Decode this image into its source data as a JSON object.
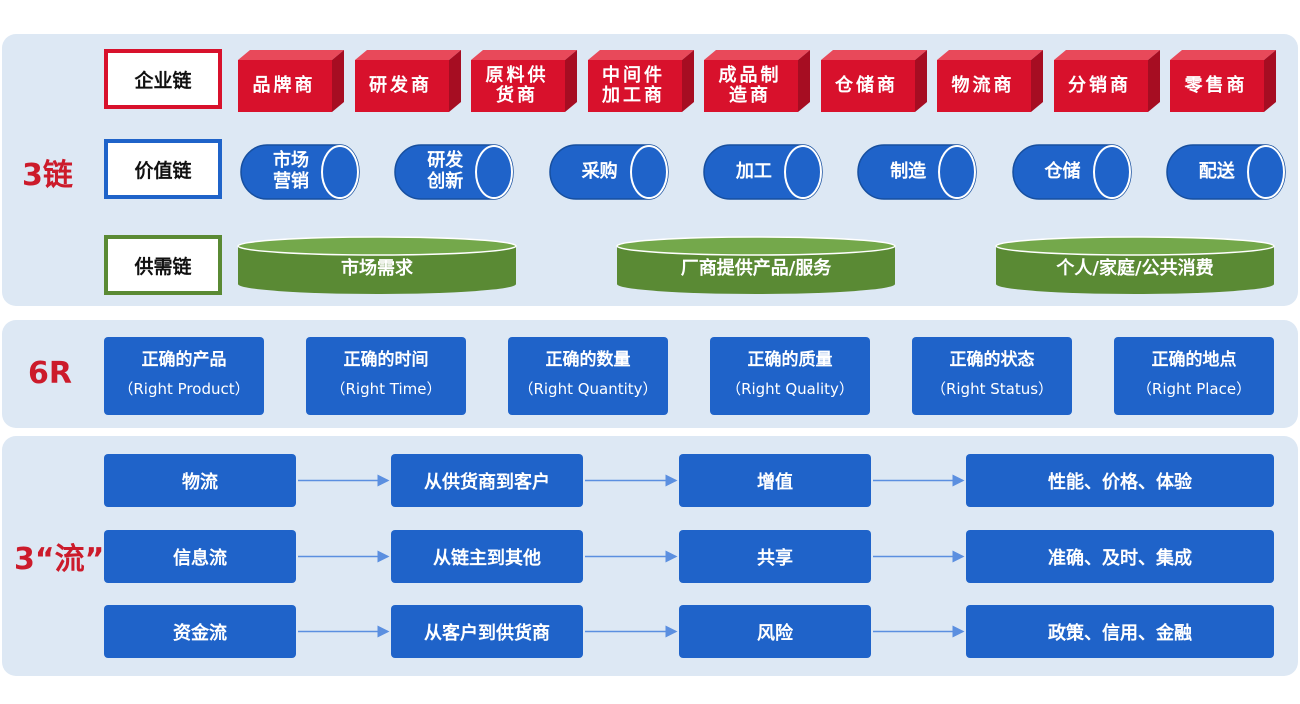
{
  "colors": {
    "panel_bg": "#dde8f4",
    "accent_red": "#cc1b2b",
    "box_red": "#d8112c",
    "box_red_side": "#a60d22",
    "blue": "#1f63c9",
    "green": "#5a8a34",
    "green_top": "#74a84b"
  },
  "chains": {
    "title": "3链",
    "enterprise": {
      "label": "企业链",
      "items": [
        "品牌商",
        "研发商",
        "原料供\n货商",
        "中间件\n加工商",
        "成品制\n造商",
        "仓储商",
        "物流商",
        "分销商",
        "零售商"
      ]
    },
    "value": {
      "label": "价值链",
      "items": [
        "市场\n营销",
        "研发\n创新",
        "采购",
        "加工",
        "制造",
        "仓储",
        "配送"
      ]
    },
    "supply_demand": {
      "label": "供需链",
      "items": [
        "市场需求",
        "厂商提供产品/服务",
        "个人/家庭/公共消费"
      ]
    }
  },
  "six_r": {
    "title": "6R",
    "items": [
      {
        "cn": "正确的产品",
        "en": "（Right Product）"
      },
      {
        "cn": "正确的时间",
        "en": "（Right Time）"
      },
      {
        "cn": "正确的数量",
        "en": "（Right Quantity）"
      },
      {
        "cn": "正确的质量",
        "en": "（Right Quality）"
      },
      {
        "cn": "正确的状态",
        "en": "（Right Status）"
      },
      {
        "cn": "正确的地点",
        "en": "（Right Place）"
      }
    ]
  },
  "flows": {
    "title": "3“流”",
    "rows": [
      [
        "物流",
        "从供货商到客户",
        "增值",
        "性能、价格、体验"
      ],
      [
        "信息流",
        "从链主到其他",
        "共享",
        "准确、及时、集成"
      ],
      [
        "资金流",
        "从客户到供货商",
        "风险",
        "政策、信用、金融"
      ]
    ]
  }
}
